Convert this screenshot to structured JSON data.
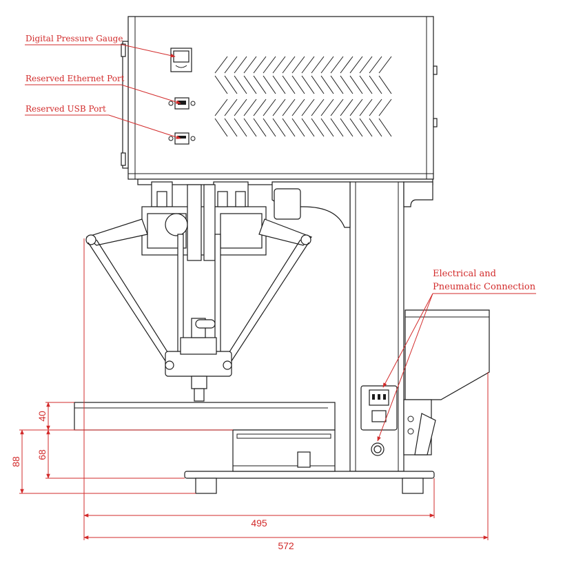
{
  "callouts": {
    "digital_pressure_gauge": "Digital Pressure Gauge",
    "reserved_ethernet_port": "Reserved Ethernet Port",
    "reserved_usb_port": "Reserved USB Port",
    "electrical_line1": "Electrical and",
    "electrical_line2": "Pneumatic Connection"
  },
  "dimensions": {
    "platform_thickness": "40",
    "base_height": "68",
    "total_lower_height": "88",
    "base_width": "495",
    "overall_width": "572"
  },
  "colors": {
    "annotation": "#d22a2a",
    "linework": "#1b1b1b"
  }
}
